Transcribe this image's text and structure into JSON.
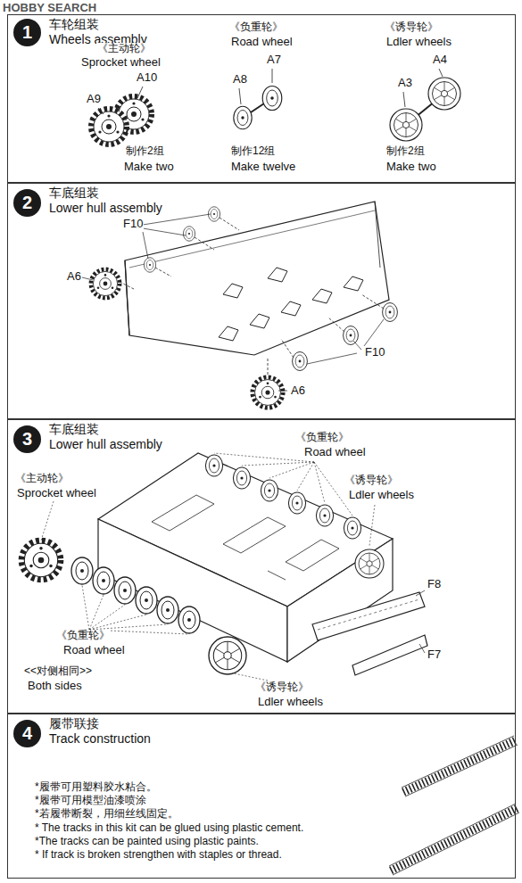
{
  "diagram": {
    "nodes": [
      {
        "text": [
          "车轮组装",
          "Wheels assembly"
        ]
      },
      {
        "text": [
          "1"
        ],
        "in": 0
      },
      {
        "text": [
          "车底组装",
          "Lower hull assembly"
        ]
      },
      {
        "text": [
          "2"
        ],
        "in": 2
      },
      {
        "text": [
          "车底组装",
          "Lower hull assembly"
        ]
      },
      {
        "text": [
          "3"
        ],
        "in": 4
      },
      {
        "text": [
          "履带联接",
          "Track construction"
        ]
      },
      {
        "text": [
          "4"
        ],
        "in": 6
      }
    ],
    "labels": [
      "HOBBY SEARCH",
      "《主动轮》",
      "Sprocket wheel",
      "A10",
      "A9",
      "制作2组",
      "Make two",
      "《负重轮》",
      "Road wheel",
      "A7",
      "A8",
      "制作12组",
      "Make twelve",
      "《诱导轮》",
      "Ldler wheels",
      "A4",
      "A3",
      "制作2组",
      "Make two",
      "F10",
      "A6",
      "F10",
      "A6",
      "《主动轮》",
      "Sprocket wheel",
      "《负重轮》",
      "Road wheel",
      "《诱导轮》",
      "Ldler wheels",
      "F8",
      "《负重轮》",
      "Road wheel",
      "<<对侧相同>>",
      "Both sides",
      "《诱导轮》",
      "Ldler wheels",
      "F7",
      "*履带可用塑料胶水粘合。",
      "*履带可用模型油漆喷涂",
      "*若履带断裂，用细丝线固定。",
      "* The tracks in this kit can be glued using plastic cement.",
      "*The tracks can be painted using plastic paints.",
      "* If track is broken strengthen with staples or thread."
    ]
  }
}
